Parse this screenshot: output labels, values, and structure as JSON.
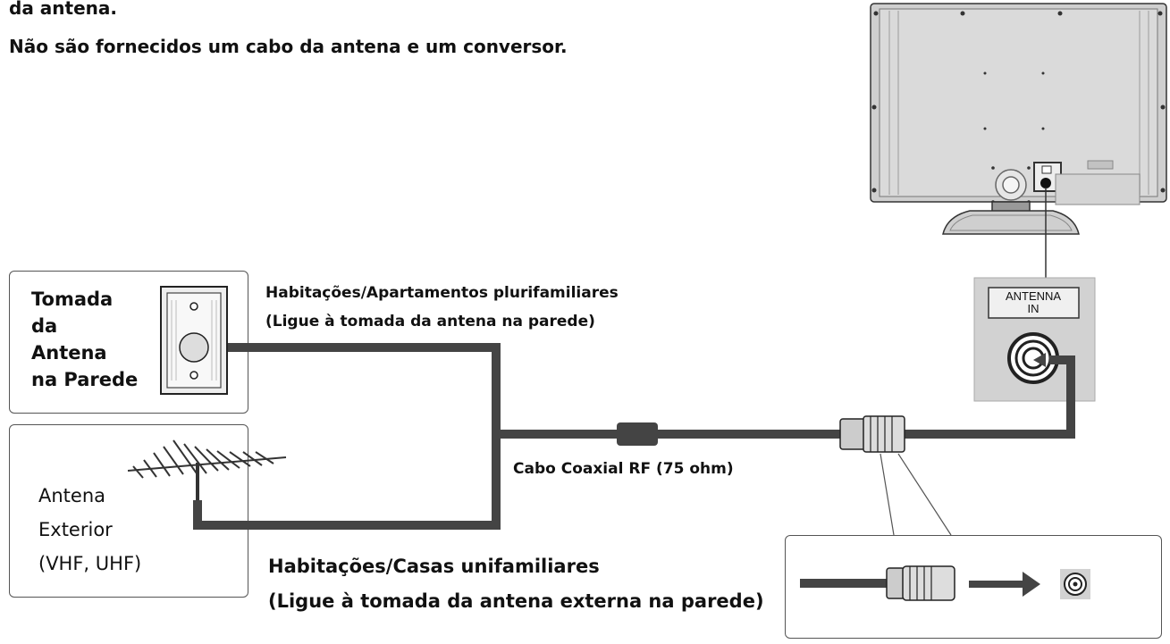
{
  "intro": {
    "line1": "da antena.",
    "line2": "Não são fornecidos um cabo da antena e um conversor."
  },
  "wall_outlet": {
    "label_lines": [
      "Tomada",
      "da",
      "Antena",
      "na Parede"
    ]
  },
  "outdoor_antenna": {
    "label_lines": [
      "Antena",
      "Exterior",
      "(VHF, UHF)"
    ]
  },
  "captions": {
    "apartments_title": "Habitações/Apartamentos plurifamiliares",
    "apartments_note": "(Ligue à tomada da antena na parede)",
    "cable": "Cabo Coaxial RF (75 ohm)",
    "houses_title": "Habitações/Casas unifamiliares",
    "houses_note": "(Ligue à tomada da antena externa na parede)"
  },
  "tv_port": {
    "label_line1": "ANTENNA",
    "label_line2": "IN"
  },
  "colors": {
    "cable": "#444444",
    "panel_gray": "#d2d2d2",
    "tv_body": "#cfcfcf",
    "outline": "#333333"
  }
}
